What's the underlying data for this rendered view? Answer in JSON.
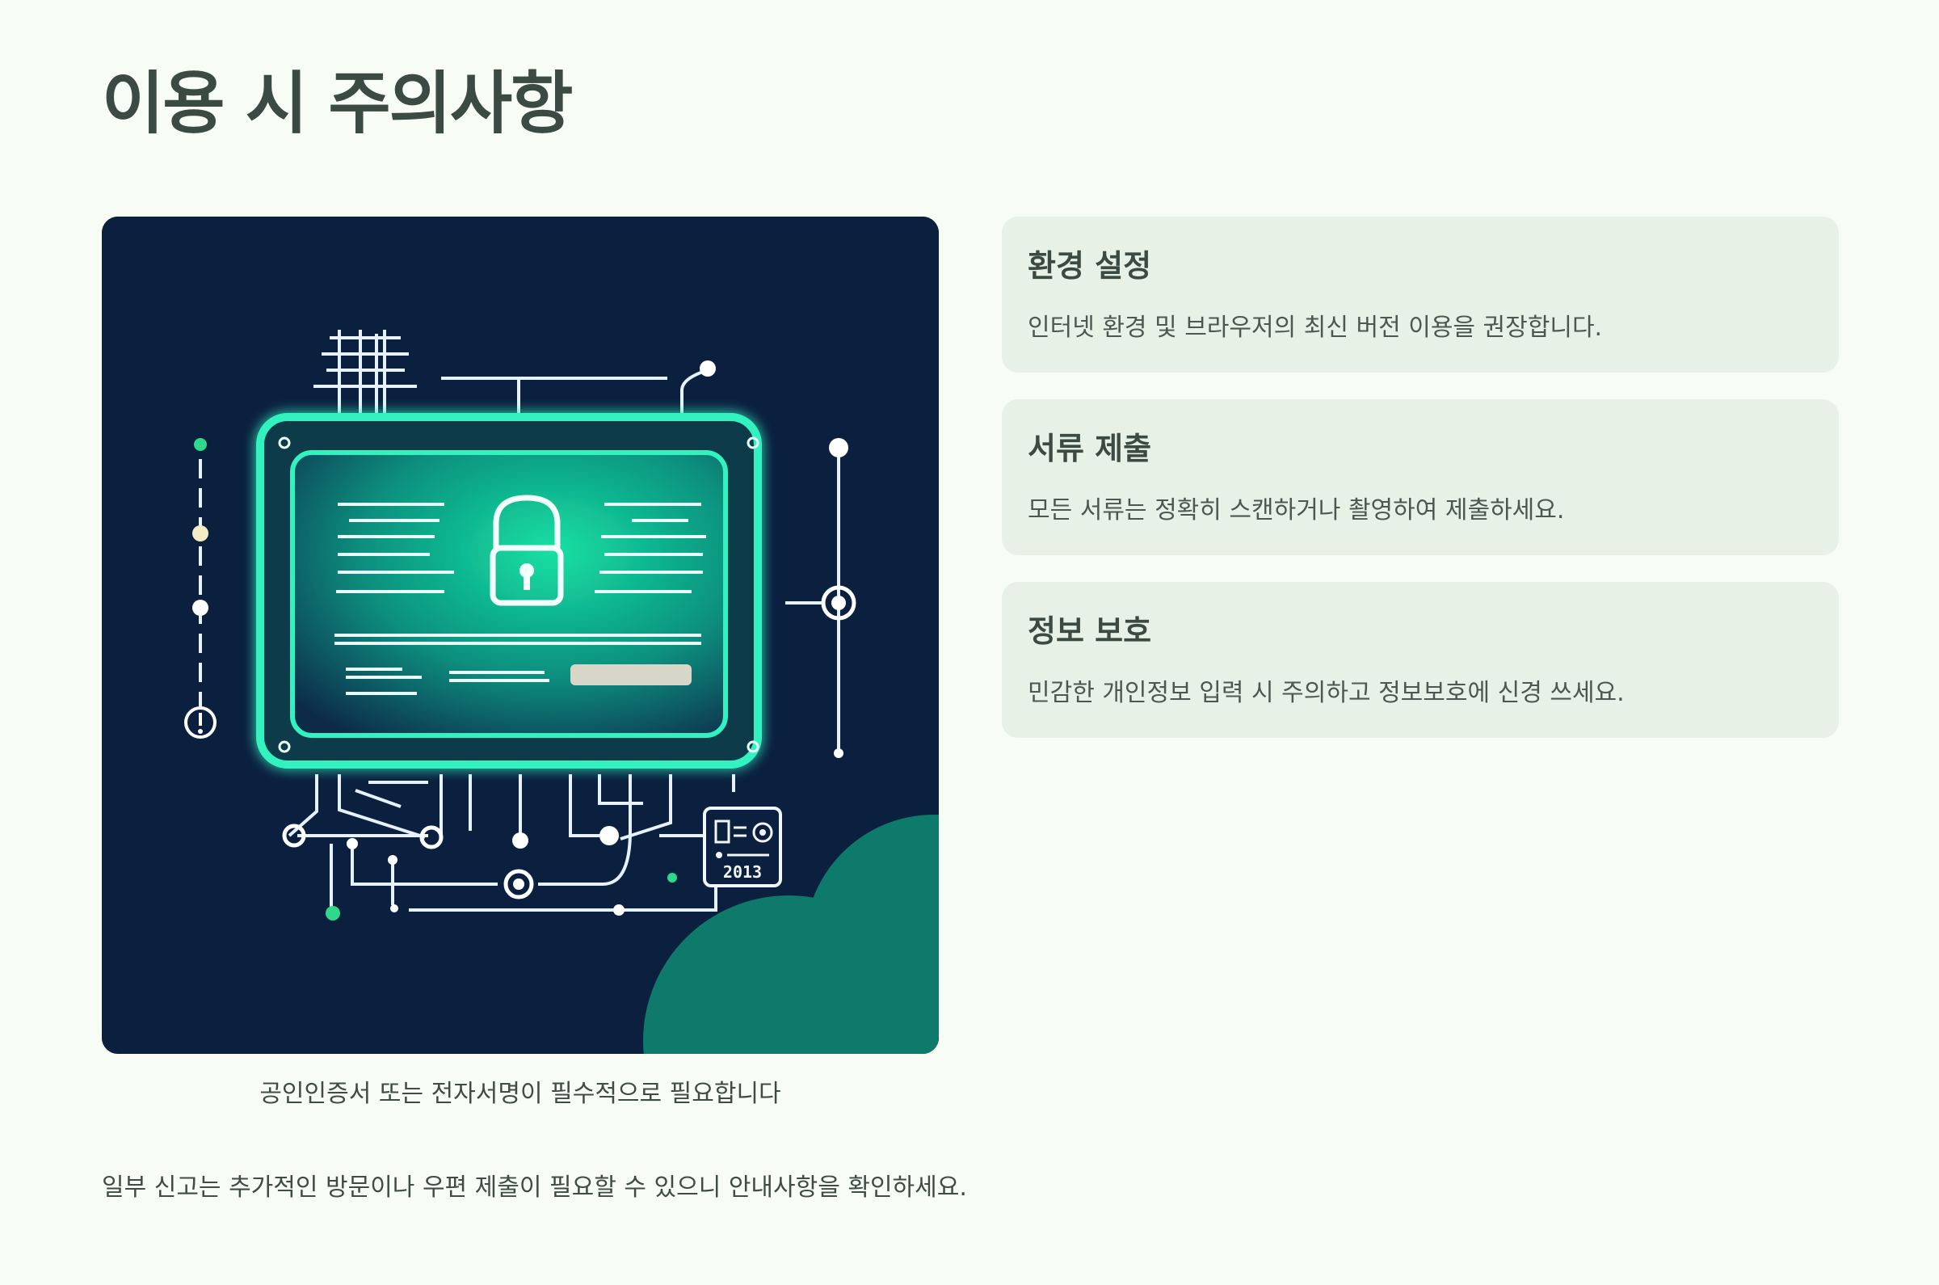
{
  "page": {
    "title": "이용 시 주의사항"
  },
  "illustration": {
    "caption": "공인인증서 또는 전자서명이 필수적으로 필요합니다",
    "badge_text": "2013",
    "colors": {
      "background": "#0b1f3f",
      "accent": "#19e0a0",
      "cloud": "#0d7a6c"
    }
  },
  "cards": [
    {
      "title": "환경 설정",
      "text": "인터넷 환경 및 브라우저의 최신 버전 이용을 권장합니다."
    },
    {
      "title": "서류 제출",
      "text": "모든 서류는 정확히 스캔하거나 촬영하여 제출하세요."
    },
    {
      "title": "정보 보호",
      "text": "민감한 개인정보 입력 시 주의하고 정보보호에 신경 쓰세요."
    }
  ],
  "footnote": "일부 신고는 추가적인 방문이나 우편 제출이 필요할 수 있으니 안내사항을 확인하세요.",
  "colors": {
    "page_background": "#f7fcf5",
    "card_background": "#e7f1e6",
    "text": "#3b4a43"
  }
}
